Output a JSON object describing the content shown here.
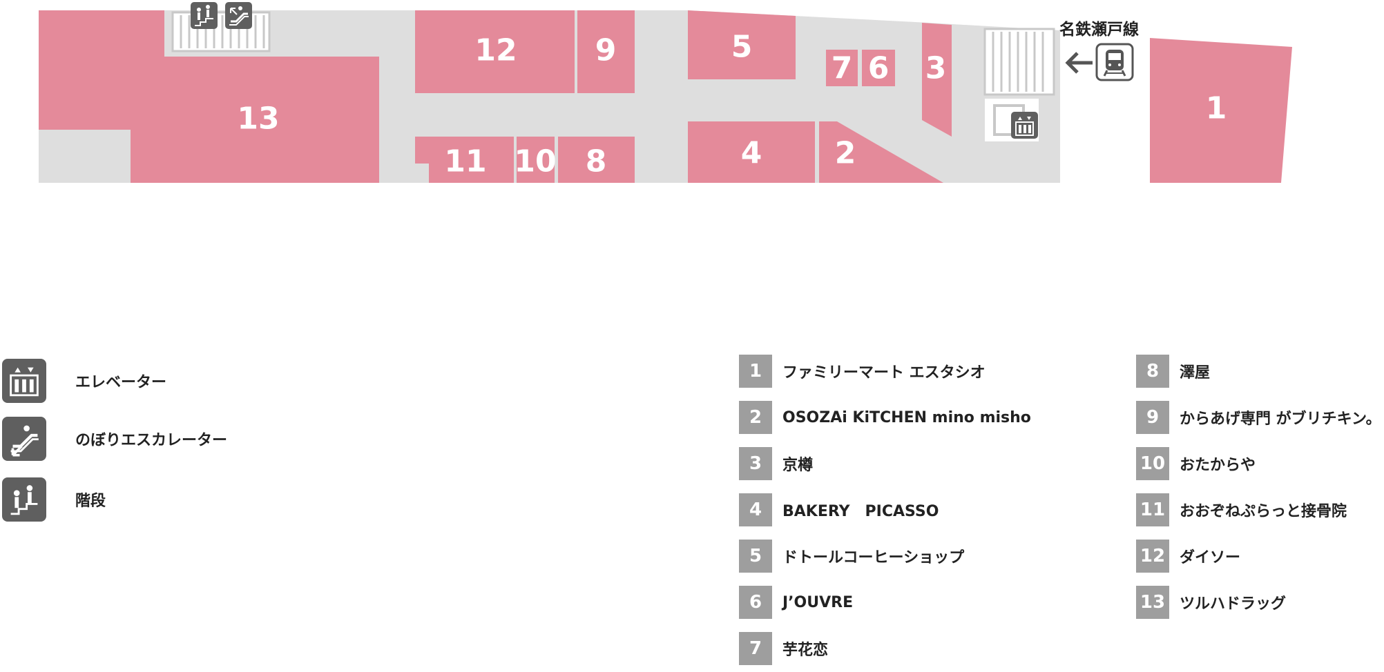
{
  "colors": {
    "shop_fill": "#e48a9a",
    "corridor_fill": "#dedede",
    "icon_bg": "#5f5f5f",
    "badge_bg": "#9e9e9e",
    "text": "#222222"
  },
  "map": {
    "station_label": "名鉄瀬戸線",
    "arrow_direction": "left",
    "shop_numbers": [
      "13",
      "12",
      "9",
      "11",
      "10",
      "8",
      "5",
      "7",
      "6",
      "3",
      "4",
      "2",
      "1"
    ],
    "facility_icons_on_map": [
      "stairs-icon",
      "escalator-icon",
      "elevator-icon",
      "train-icon"
    ]
  },
  "facilities": [
    {
      "icon": "elevator-icon",
      "label": "エレベーター"
    },
    {
      "icon": "escalator-up-icon",
      "label": "のぼりエスカレーター"
    },
    {
      "icon": "stairs-icon",
      "label": "階段"
    }
  ],
  "shops": [
    {
      "num": "1",
      "name": "ファミリーマート エスタシオ"
    },
    {
      "num": "2",
      "name": "OSOZAi KiTCHEN mino misho"
    },
    {
      "num": "3",
      "name": "京樽"
    },
    {
      "num": "4",
      "name": "BAKERY　PICASSO"
    },
    {
      "num": "5",
      "name": "ドトールコーヒーショップ"
    },
    {
      "num": "6",
      "name": "J’OUVRE"
    },
    {
      "num": "7",
      "name": "芋花恋"
    },
    {
      "num": "8",
      "name": "澤屋"
    },
    {
      "num": "9",
      "name": "からあげ専門 がブリチキン。"
    },
    {
      "num": "10",
      "name": "おたからや"
    },
    {
      "num": "11",
      "name": "おおぞねぷらっと接骨院"
    },
    {
      "num": "12",
      "name": "ダイソー"
    },
    {
      "num": "13",
      "name": "ツルハドラッグ"
    }
  ]
}
